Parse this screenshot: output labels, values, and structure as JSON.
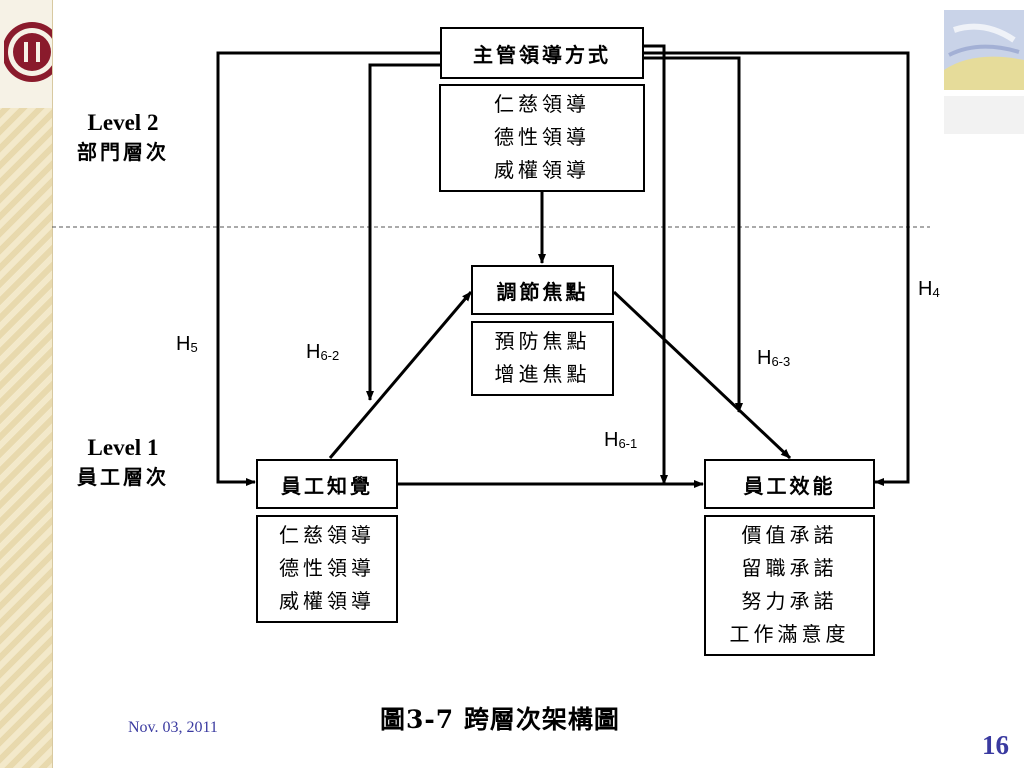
{
  "diagram": {
    "top_box": {
      "title": "主管領導方式",
      "items": [
        "仁慈領導",
        "德性領導",
        "威權領導"
      ]
    },
    "moderator": {
      "title": "調節焦點",
      "items": [
        "預防焦點",
        "增進焦點"
      ]
    },
    "left_box": {
      "title": "員工知覺",
      "items": [
        "仁慈領導",
        "德性領導",
        "威權領導"
      ]
    },
    "right_box": {
      "title": "員工效能",
      "items": [
        "價值承諾",
        "留職承諾",
        "努力承諾",
        "工作滿意度"
      ]
    },
    "level2": {
      "en": "Level 2",
      "zh": "部門層次"
    },
    "level1": {
      "en": "Level 1",
      "zh": "員工層次"
    },
    "hypotheses": {
      "h4": {
        "main": "H",
        "sub": "4"
      },
      "h5": {
        "main": "H",
        "sub": "5"
      },
      "h6_1": {
        "main": "H",
        "sub": "6-1"
      },
      "h6_2": {
        "main": "H",
        "sub": "6-2"
      },
      "h6_3": {
        "main": "H",
        "sub": "6-3"
      }
    }
  },
  "caption": "圖3-7  跨層次架構圖",
  "footer": {
    "date": "Nov. 03, 2011",
    "page": "16"
  },
  "colors": {
    "sidebar": "#efe2b8",
    "footer_text": "#3a3aa0"
  },
  "icons": {
    "logo": "university-seal-logo",
    "decoration": "decorative-corner-image"
  }
}
